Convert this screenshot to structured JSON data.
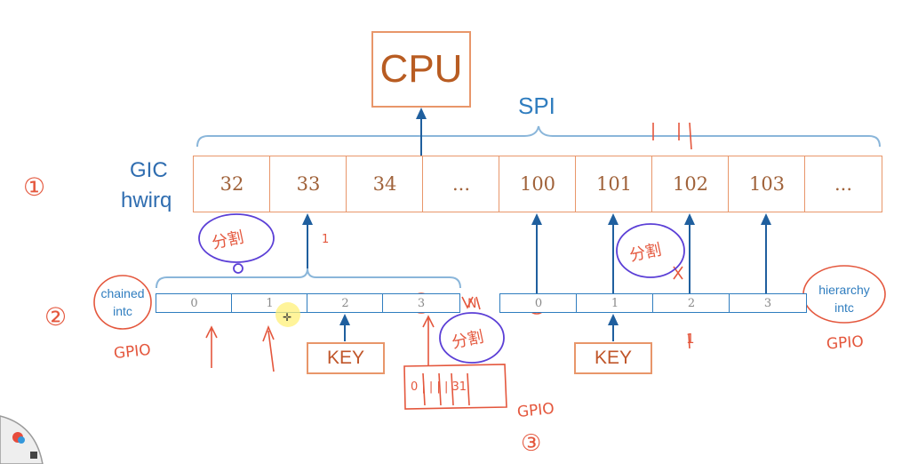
{
  "cpu_label": "CPU",
  "spi_label": "SPI",
  "gic_label_line1": "GIC",
  "gic_label_line2": "hwirq",
  "gic_cells": [
    "32",
    "33",
    "34",
    "...",
    "100",
    "101",
    "102",
    "103",
    "..."
  ],
  "chained_intc": {
    "label_line1": "chained",
    "label_line2": "intc",
    "cells": [
      "0",
      "1",
      "2",
      "3"
    ],
    "end_label": "N"
  },
  "hierarchy_intc": {
    "label_line1": "hierarchy",
    "label_line2": "intc",
    "cells": [
      "0",
      "1",
      "2",
      "3"
    ]
  },
  "key_left": "KEY",
  "key_right": "KEY",
  "register_box_text": "0 | | | | 31",
  "handwritten": {
    "mark_1": "①",
    "mark_2": "②",
    "mark_3": "③",
    "gpio_left": "GPIO",
    "gpio_right": "GPIO",
    "gpio_bottom": "GPIO",
    "split_top": "分割",
    "split_mid": "分割",
    "split_bottom": "分割",
    "number_1_a": "1",
    "number_1_b": "1"
  },
  "colors": {
    "orange_border": "#e8966a",
    "blue": "#2f7dbf",
    "red_ink": "#e4573d",
    "purple_ink": "#5b3fd6"
  }
}
